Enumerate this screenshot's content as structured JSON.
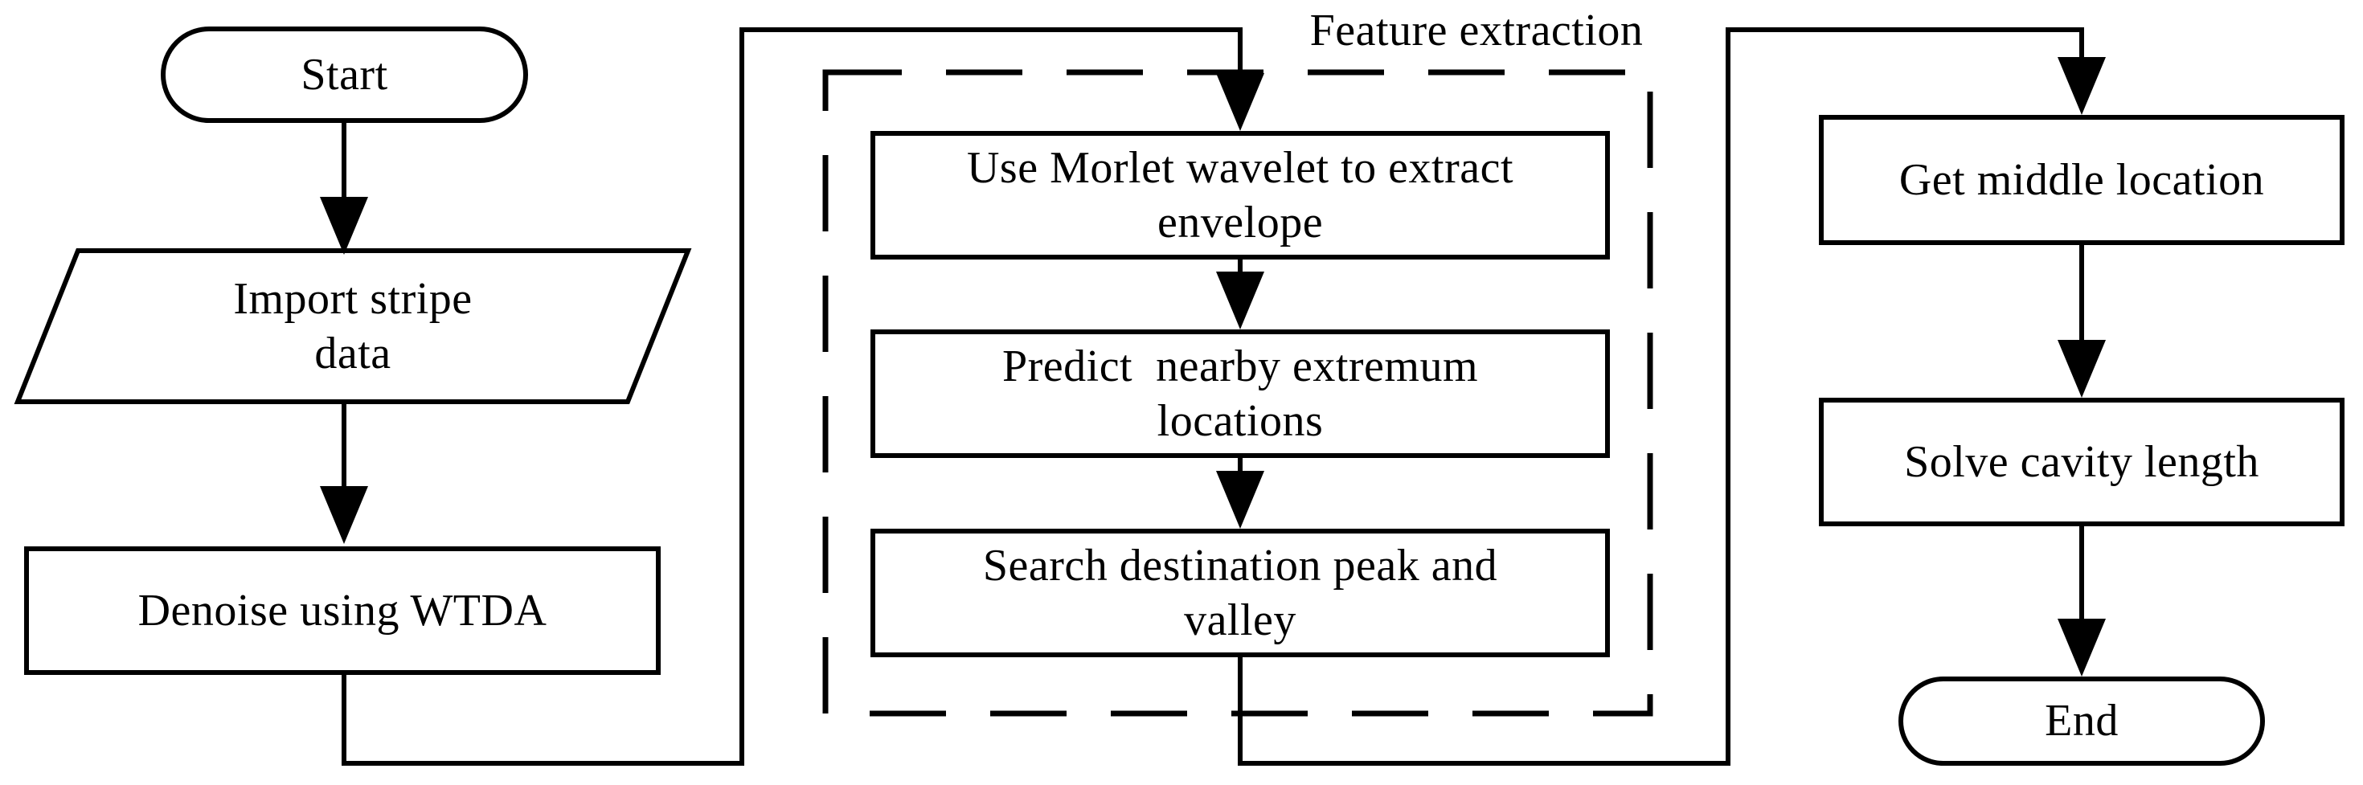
{
  "diagram": {
    "background_color": "#ffffff",
    "stroke_color": "#000000",
    "text_color": "#000000",
    "nodes": {
      "start": {
        "shape": "terminator",
        "lines": [
          "Start"
        ]
      },
      "import_data": {
        "shape": "parallelogram",
        "lines": [
          "Import stripe",
          "data"
        ]
      },
      "denoise": {
        "shape": "process",
        "lines": [
          "Denoise using WTDA"
        ]
      },
      "extract_envelope": {
        "shape": "process",
        "lines": [
          "Use Morlet wavelet to extract",
          "envelope"
        ]
      },
      "predict_extremum": {
        "shape": "process",
        "lines": [
          "Predict  nearby extremum",
          "locations"
        ]
      },
      "search_peak": {
        "shape": "process",
        "lines": [
          "Search destination peak and",
          "valley"
        ]
      },
      "get_middle": {
        "shape": "process",
        "lines": [
          "Get middle location"
        ]
      },
      "solve_cavity": {
        "shape": "process",
        "lines": [
          "Solve cavity length"
        ]
      },
      "end": {
        "shape": "terminator",
        "lines": [
          "End"
        ]
      }
    },
    "dashed_group": {
      "label": "Feature extraction",
      "contains": [
        "extract_envelope",
        "predict_extremum",
        "search_peak"
      ]
    },
    "edges": [
      {
        "from": "start",
        "to": "import_data"
      },
      {
        "from": "import_data",
        "to": "denoise"
      },
      {
        "from": "denoise",
        "to": "extract_envelope"
      },
      {
        "from": "extract_envelope",
        "to": "predict_extremum"
      },
      {
        "from": "predict_extremum",
        "to": "search_peak"
      },
      {
        "from": "search_peak",
        "to": "get_middle"
      },
      {
        "from": "get_middle",
        "to": "solve_cavity"
      },
      {
        "from": "solve_cavity",
        "to": "end"
      }
    ]
  }
}
